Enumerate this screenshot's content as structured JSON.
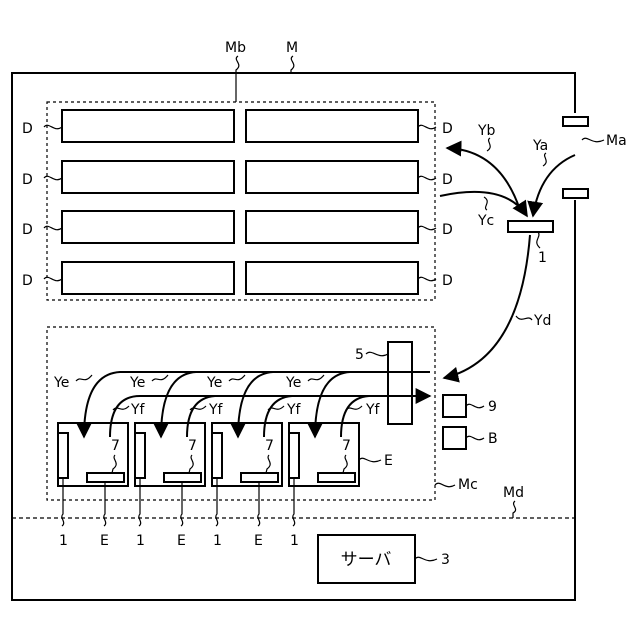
{
  "labels": {
    "M": "M",
    "Mb": "Mb",
    "Mc": "Mc",
    "Md": "Md",
    "Ma": "Ma",
    "D": "D",
    "Ya": "Ya",
    "Yb": "Yb",
    "Yc": "Yc",
    "Yd": "Yd",
    "Ye": "Ye",
    "Yf": "Yf",
    "E": "E",
    "one": "1",
    "seven": "7",
    "five": "5",
    "nine": "9",
    "B": "B",
    "three": "3"
  },
  "server": {
    "text": "サーバ"
  }
}
